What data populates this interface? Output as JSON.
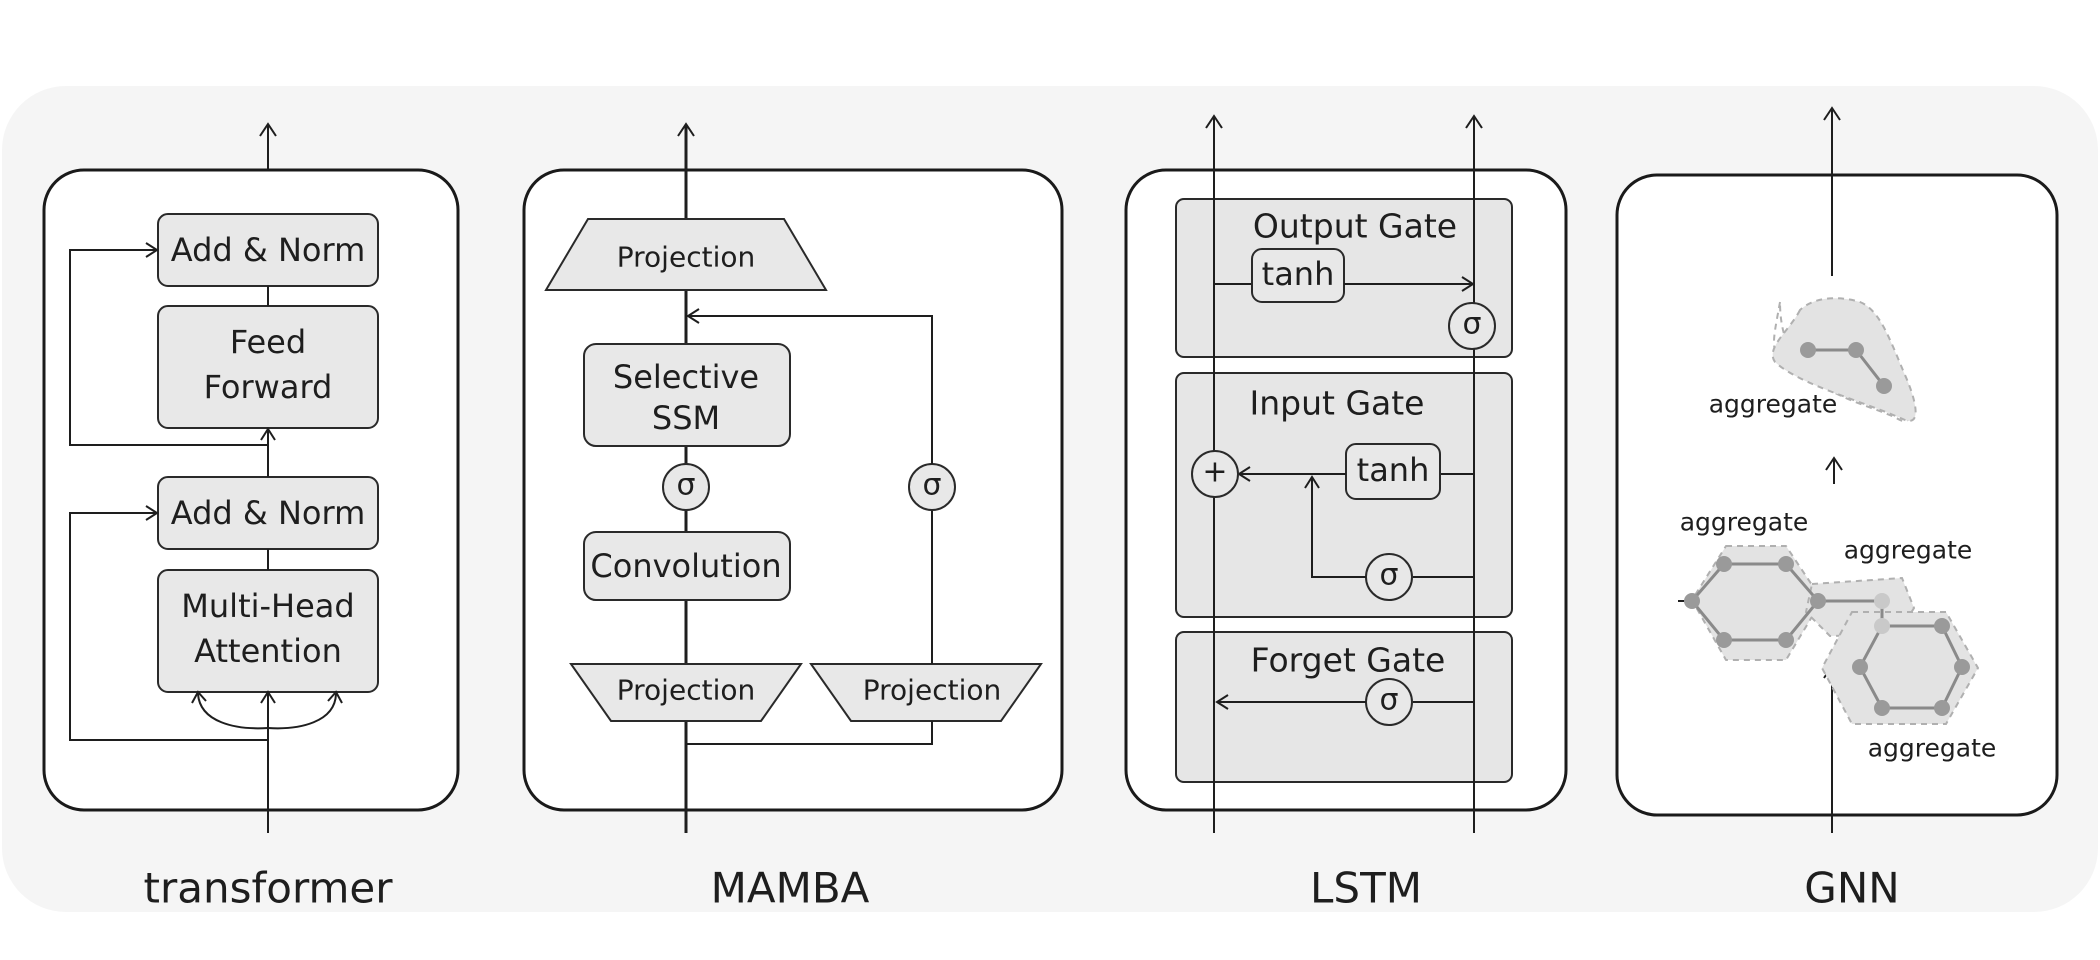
{
  "captions": {
    "transformer": "transformer",
    "mamba": "MAMBA",
    "lstm": "LSTM",
    "gnn": "GNN"
  },
  "transformer": {
    "add_norm_top": "Add & Norm",
    "feed_forward_line1": "Feed",
    "feed_forward_line2": "Forward",
    "add_norm_bottom": "Add & Norm",
    "attention_line1": "Multi-Head",
    "attention_line2": "Attention"
  },
  "mamba": {
    "projection_top": "Projection",
    "ssm_line1": "Selective",
    "ssm_line2": "SSM",
    "sigma_left": "σ",
    "sigma_right": "σ",
    "convolution": "Convolution",
    "projection_bottom_left": "Projection",
    "projection_bottom_right": "Projection"
  },
  "lstm": {
    "output_gate": "Output Gate",
    "output_tanh": "tanh",
    "output_sigma": "σ",
    "input_gate": "Input Gate",
    "input_tanh": "tanh",
    "input_sigma": "σ",
    "add_symbol": "+",
    "forget_gate": "Forget Gate",
    "forget_sigma": "σ"
  },
  "gnn": {
    "aggregate_top": "aggregate",
    "aggregate_left": "aggregate",
    "aggregate_right": "aggregate",
    "aggregate_bottom": "aggregate"
  }
}
